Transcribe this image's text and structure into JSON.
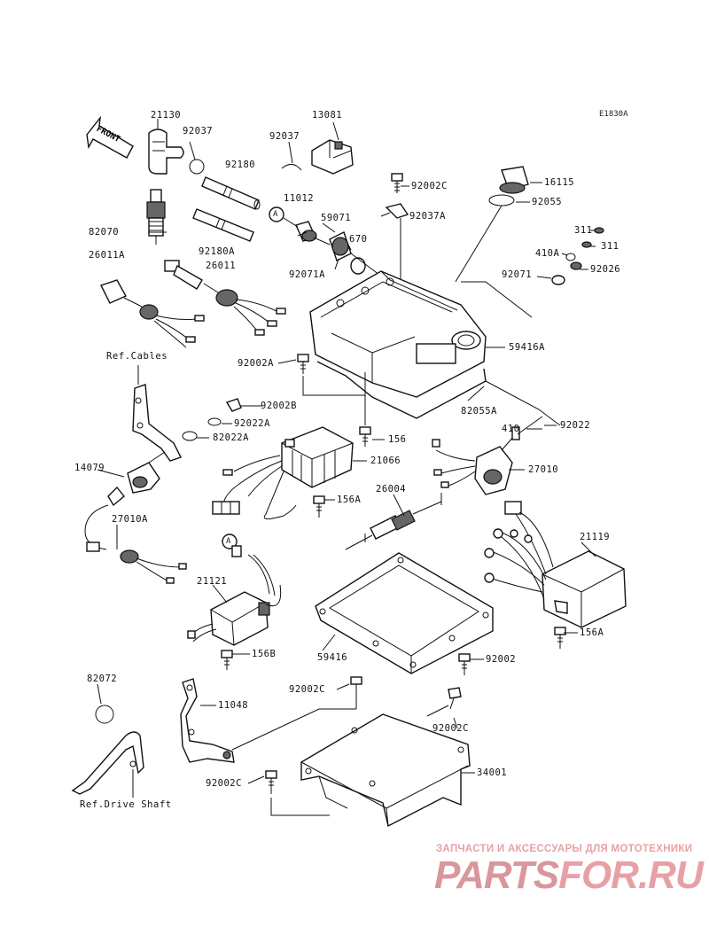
{
  "diagram_code": "E1830A",
  "front_label": "FRONT",
  "references": {
    "cables": "Ref.Cables",
    "drive_shaft": "Ref.Drive Shaft"
  },
  "callout_marker": "A",
  "parts": {
    "p21130": "21130",
    "p92037_left": "92037",
    "p92037_mid": "92037",
    "p13081": "13081",
    "p92180": "92180",
    "p92180A": "92180A",
    "p82070": "82070",
    "p11012": "11012",
    "p59071": "59071",
    "p670": "670",
    "p92071A": "92071A",
    "p26011A": "26011A",
    "p26011": "26011",
    "p92002C_top": "92002C",
    "p16115": "16115",
    "p92037A": "92037A",
    "p92055": "92055",
    "p311_a": "311",
    "p311_b": "311",
    "p410A": "410A",
    "p92026": "92026",
    "p92071": "92071",
    "p59416A": "59416A",
    "p92002A": "92002A",
    "p92002B": "92002B",
    "p92022A": "92022A",
    "p82022A": "82022A",
    "p82055A": "82055A",
    "p410": "410",
    "p92022": "92022",
    "p156": "156",
    "p14079": "14079",
    "p21066": "21066",
    "p27010": "27010",
    "p26004": "26004",
    "p156A_mid": "156A",
    "p27010A": "27010A",
    "p21119": "21119",
    "p21121": "21121",
    "p156B": "156B",
    "p59416": "59416",
    "p156A_right": "156A",
    "p92002": "92002",
    "p82072": "82072",
    "p11048": "11048",
    "p92002C_a": "92002C",
    "p92002C_b": "92002C",
    "p34001": "34001",
    "p92002C_c": "92002C"
  },
  "watermark": {
    "tagline": "ЗАПЧАСТИ И АКСЕССУАРЫ ДЛЯ МОТОТЕХНИКИ",
    "logo_left": "PARTS",
    "logo_right": "FOR.RU",
    "color": "#e8a0a6"
  }
}
